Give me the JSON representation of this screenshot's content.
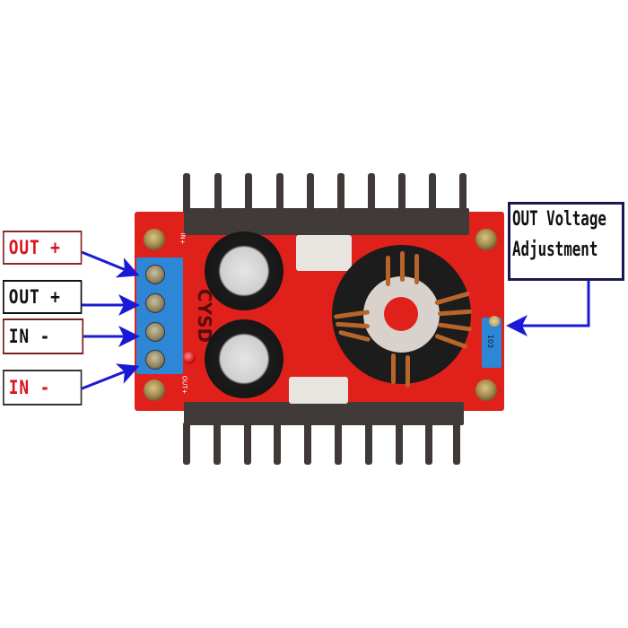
{
  "image": {
    "subject": "DC-DC boost converter module",
    "background_color": "#ffffff",
    "pcb_color": "#e0211b",
    "arrow_color": "#1a1ad6"
  },
  "labels": {
    "out_plus_red": {
      "text": "OUT +",
      "text_color": "#d8141c",
      "border_color": "#8a2a2a"
    },
    "out_plus_black": {
      "text": "OUT +",
      "text_color": "#111111",
      "border_color": "#111111"
    },
    "in_minus_black": {
      "text": "IN -",
      "text_color": "#111111",
      "border_color": "#7a2020"
    },
    "in_minus_red": {
      "text": "IN -",
      "text_color": "#d8141c",
      "border_color": "#333333"
    },
    "out_voltage_adjustment": {
      "line1": "OUT Voltage",
      "line2": "Adjustment",
      "text_color": "#111111",
      "border_color": "#1a1a50"
    }
  },
  "pcb_markings": {
    "silkscreen_brand": "CYSD",
    "terminal_top_mark": "IN+",
    "terminal_bottom_mark": "OUT+",
    "potentiometer_code": "103"
  }
}
